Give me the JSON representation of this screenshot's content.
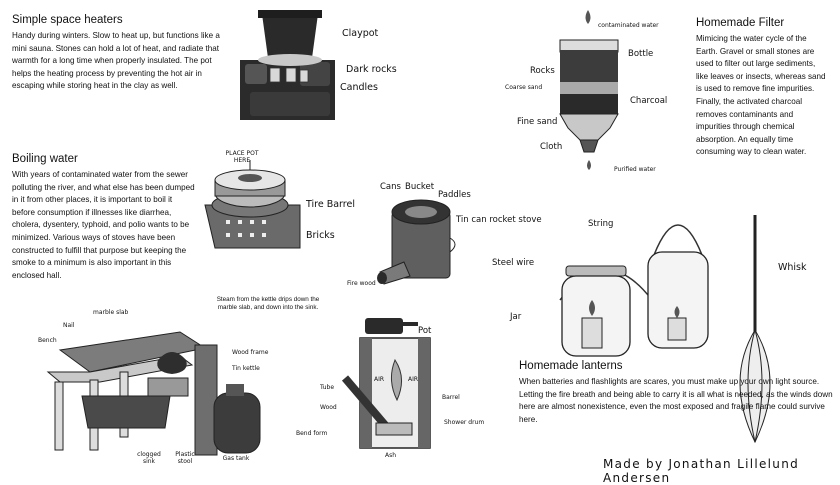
{
  "heaters": {
    "title": "Simple space heaters",
    "text": "Handy during winters. Slow to heat up,  but functions like a mini sauna. Stones can hold a lot of heat, and radiate that warmth for a long time when  properly insulated. The pot helps the heating process by preventing the hot air in escaping while storing heat in the clay as well.",
    "labels": {
      "claypot": "Claypot",
      "rocks": "Dark rocks",
      "candles": "Candles"
    }
  },
  "boiling": {
    "title": "Boiling water",
    "text": "With years of contaminated water from the sewer polluting the river, and what else has been dumped in it from other places, it is important to boil it before consumption if illnesses like diarrhea, cholera, dysentery, typhoid, and polio wants to be minimized. Various ways of stoves have been constructed to fulfill that purpose but keeping the smoke to a minimum is also important in this enclosed hall.",
    "labels": {
      "place_pot": "PLACE POT HERE",
      "tire": "Tire Barrel",
      "bricks": "Bricks",
      "cans": "Cans",
      "bucket": "Bucket",
      "paddles": "Paddles",
      "rocket": "Tin can rocket stove",
      "firewood": "Fire wood"
    }
  },
  "filter": {
    "title": "Homemade Filter",
    "text": "Mimicing the water cycle of the Earth. Gravel or small stones are used to filter out large sediments, like leaves or insects, whereas sand is used to remove fine impurities. Finally, the activated charcoal removes contaminants and impurities through chemical absorption. An equally time consuming way to clean water.",
    "labels": {
      "contaminated": "contaminated water",
      "bottle": "Bottle",
      "rocks": "Rocks",
      "coarse": "Coarse sand",
      "charcoal": "Charcoal",
      "fine": "Fine sand",
      "cloth": "Cloth",
      "purified": "Purified water"
    }
  },
  "lanterns": {
    "title": "Homemade lanterns",
    "text": "When batteries and flashlights are scares, you must make up your own light source. Letting the fire breath and being able to carry it is all what is needed, as the winds down here are almost nonexistence, even the most exposed and fragile flame could survive here.",
    "labels": {
      "string": "String",
      "steel": "Steel wire",
      "jar": "Jar",
      "whisk": "Whisk"
    }
  },
  "sink": {
    "note": "Steam from the kettle drips down the marble slab, and down into the sink.",
    "labels": {
      "bench": "Bench",
      "nail": "Nail",
      "marble": "marble slab",
      "wood_frame": "Wood frame",
      "tin_kettle": "Tin kettle",
      "clogged": "clogged sink",
      "plastic": "Plastic stool",
      "gas": "Gas tank"
    }
  },
  "barrel_stove": {
    "labels": {
      "pot": "Pot",
      "tube": "Tube",
      "air1": "AIR",
      "air2": "AIR",
      "wood": "Wood",
      "barrel": "Barrel",
      "bend": "Bend form",
      "drum": "Shower drum",
      "ash": "Ash"
    }
  },
  "signature": "Made by Jonathan Lillelund Andersen"
}
